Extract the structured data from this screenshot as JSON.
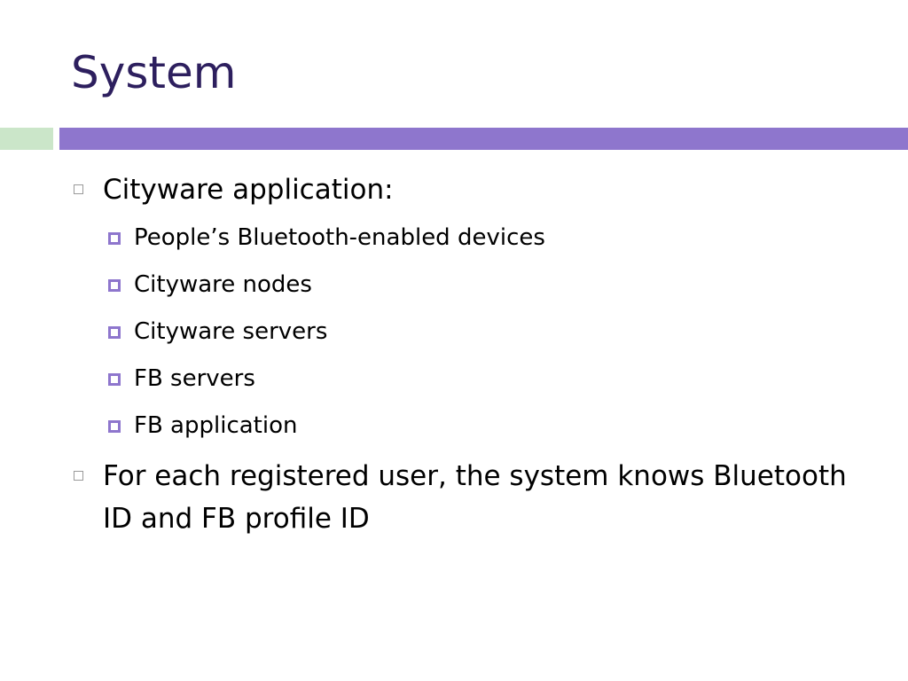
{
  "slide": {
    "title": "System",
    "colors": {
      "title": "#2d1f5e",
      "accent_bar": "#8e76cd",
      "left_bar": "#cbe6c9",
      "sub_bullet": "#8e76cd"
    },
    "bullets": [
      {
        "text": "Cityware application:",
        "subitems": [
          "People’s Bluetooth-enabled devices",
          "Cityware nodes",
          "Cityware servers",
          "FB servers",
          "FB application"
        ]
      },
      {
        "text": "For each registered user, the system knows Bluetooth ID and FB profile ID",
        "subitems": []
      }
    ]
  }
}
